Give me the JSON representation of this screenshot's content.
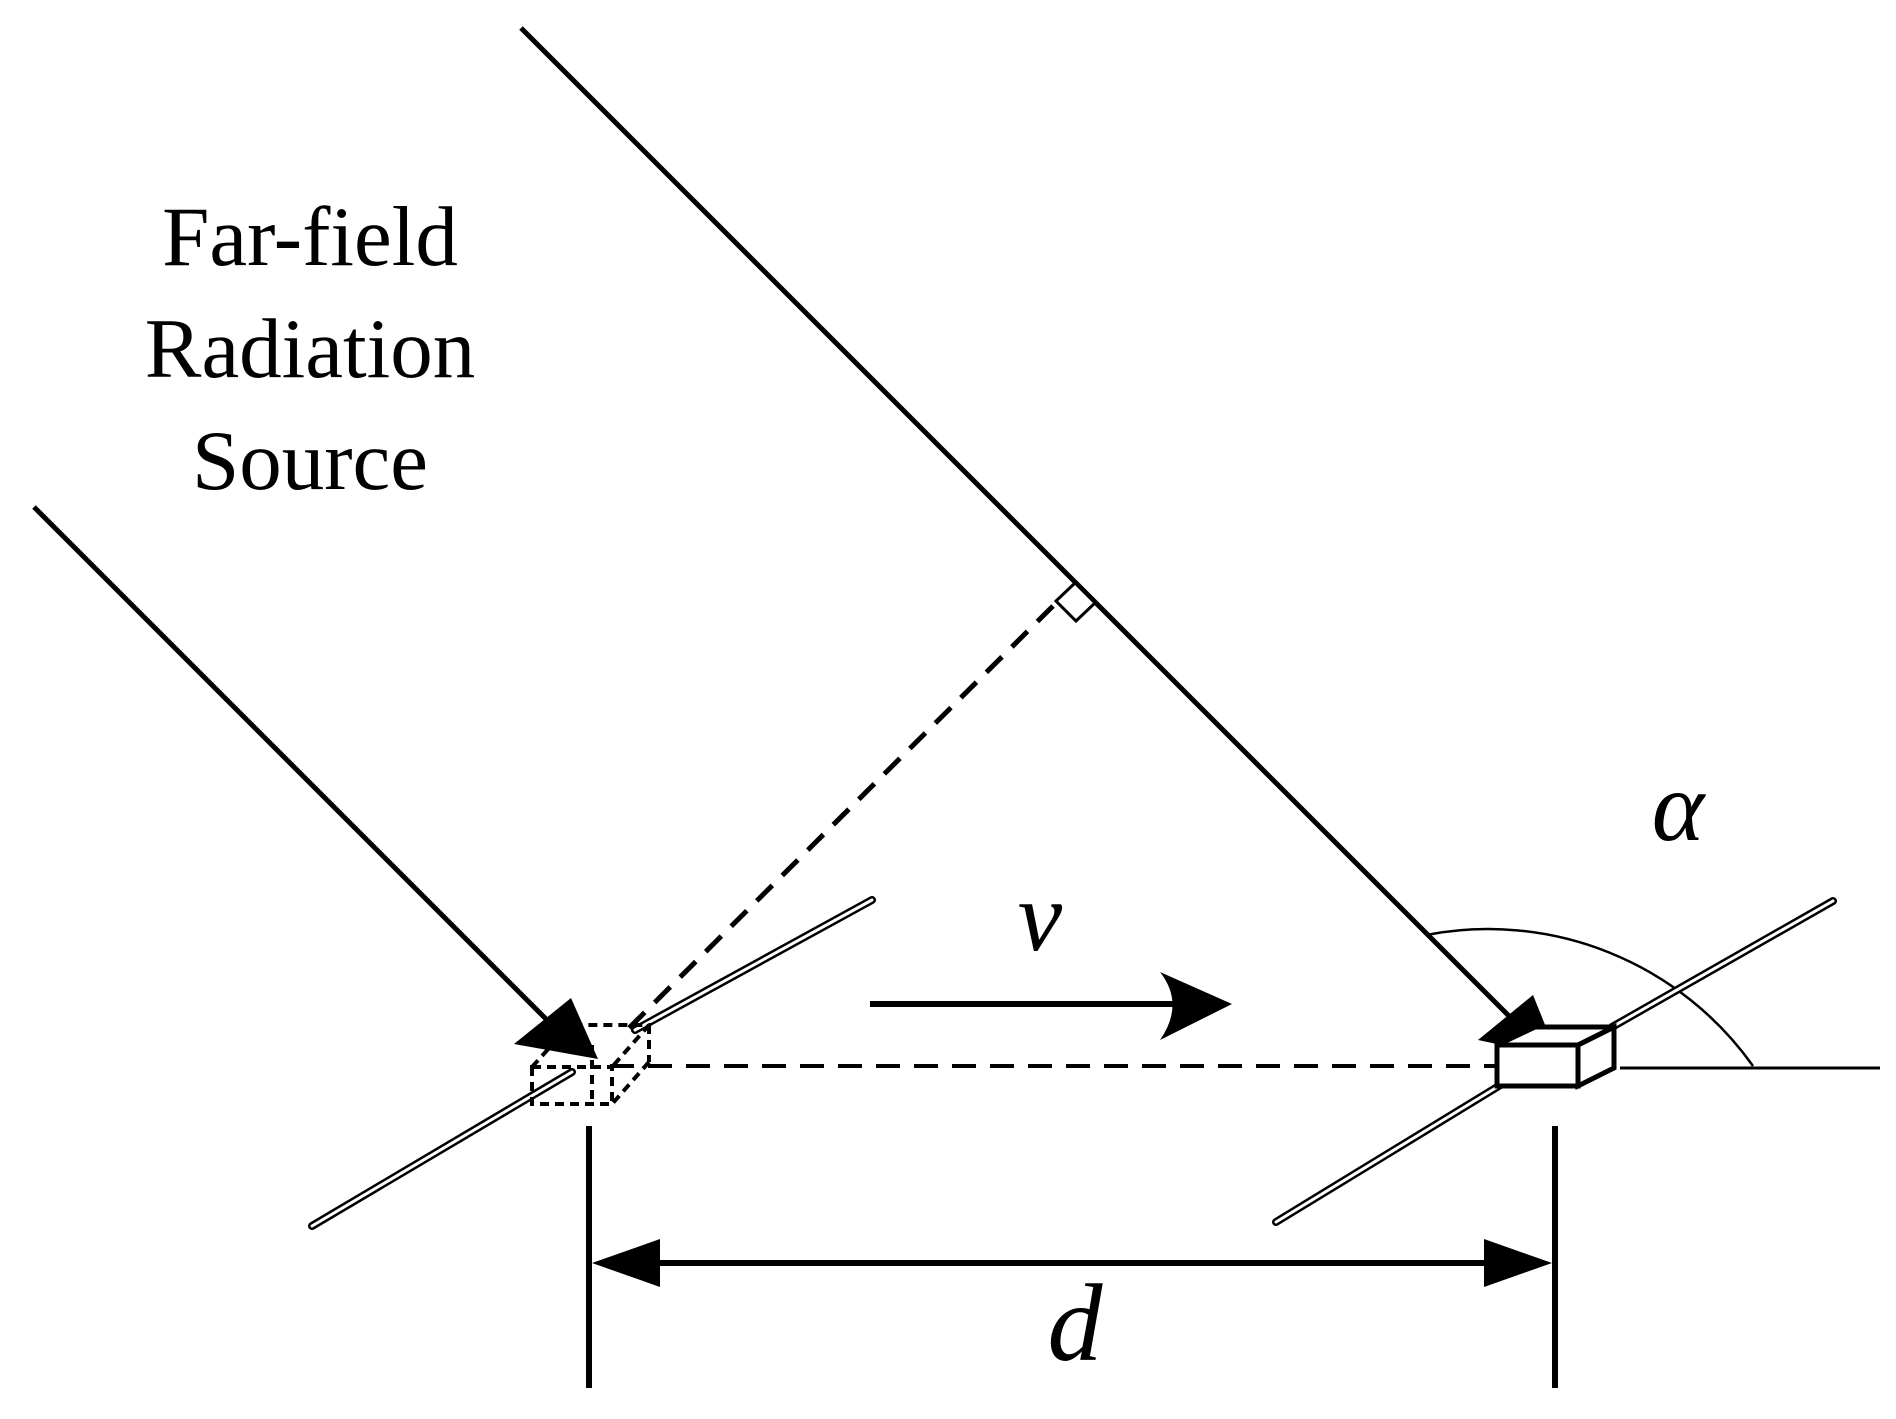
{
  "source_label": {
    "line1": "Far-field",
    "line2": "Radiation",
    "line3": "Source"
  },
  "symbols": {
    "velocity": "v",
    "angle": "α",
    "distance": "d"
  },
  "colors": {
    "ink": "#000000",
    "background": "#ffffff"
  }
}
